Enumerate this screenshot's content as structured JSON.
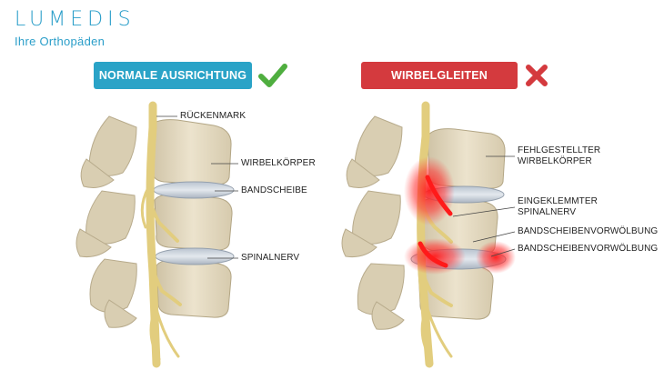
{
  "brand": {
    "name": "LUMEDIS",
    "tagline": "Ihre Orthopäden"
  },
  "normal": {
    "title": "NORMALE AUSRICHTUNG",
    "status": "check-icon",
    "labels": [
      "RÜCKENMARK",
      "WIRBELKÖRPER",
      "BANDSCHEIBE",
      "SPINALNERV"
    ]
  },
  "slip": {
    "title": "WIRBELGLEITEN",
    "status": "cross-icon",
    "labels": [
      "FEHLGESTELLTER WIRBELKÖRPER",
      "EINGEKLEMMTER SPINALNERV",
      "BANDSCHEIBENVORWÖLBUNG",
      "BANDSCHEIBENVORWÖLBUNG"
    ]
  },
  "colors": {
    "accent": "#2aa3c7",
    "danger": "#d43a3e",
    "ok": "#4fae3f",
    "bone": "#e6dcc4",
    "nerve": "#e8d38a",
    "inflammation": "#ff2a2a"
  }
}
